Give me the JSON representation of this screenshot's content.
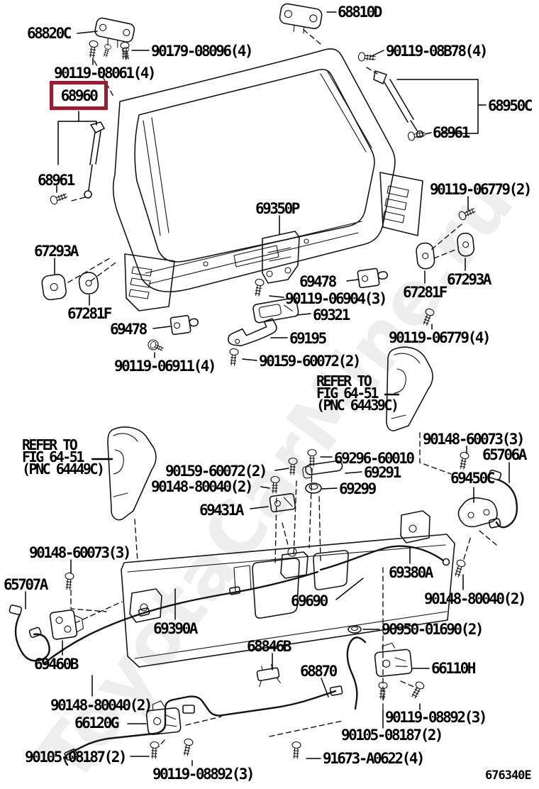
{
  "watermark": {
    "text": "ToyotaCarMine.ru"
  },
  "figure_code": "676340E",
  "colors": {
    "highlight_box": "#9b1b33",
    "line_art": "#141414",
    "background": "#ffffff"
  },
  "highlighted_part": "68960",
  "labels": {
    "p68820C": "68820C",
    "p90179_08096": "90179-08096(4)",
    "p90119_08061": "90119-08061(4)",
    "p68810D": "68810D",
    "p90119_08B78": "90119-08B78(4)",
    "p68960": "68960",
    "p68950C": "68950C",
    "p68961_r": "68961",
    "p68961_l": "68961",
    "p69350P": "69350P",
    "p90119_06779_2": "90119-06779(2)",
    "p67293A_l": "67293A",
    "p67281F_l": "67281F",
    "p69478_l": "69478",
    "p90119_06911": "90119-06911(4)",
    "p69478_r": "69478",
    "p90119_06904": "90119-06904(3)",
    "p69321": "69321",
    "p69195": "69195",
    "p90159_60072_u": "90159-60072(2)",
    "p67281F_r": "67281F",
    "p67293A_r": "67293A",
    "p90119_06779_4": "90119-06779(4)",
    "p90148_60073_r": "90148-60073(3)",
    "p65706A": "65706A",
    "p69450C": "69450C",
    "p90148_80040_r": "90148-80040(2)",
    "p90159_60072_l": "90159-60072(2)",
    "p90148_80040_l": "90148-80040(2)",
    "p69431A": "69431A",
    "p69296_60010": "69296-60010",
    "p69291": "69291",
    "p69299": "69299",
    "p90148_60073_l": "90148-60073(3)",
    "p65707A": "65707A",
    "p69460B": "69460B",
    "p69390A": "69390A",
    "p69690": "69690",
    "p69380A": "69380A",
    "p68846B": "68846B",
    "p68870": "68870",
    "p66110H": "66110H",
    "p90950_01690": "90950-01690(2)",
    "p90119_08892_r": "90119-08892(3)",
    "p90148_80040_b": "90148-80040(2)",
    "p66120G": "66120G",
    "p90105_08187_l": "90105-08187(2)",
    "p90119_08892_b": "90119-08892(3)",
    "p90105_08187_m": "90105-08187(2)",
    "p91673_A0622": "91673-A0622(4)"
  },
  "refer_right": {
    "line1": "REFER TO",
    "line2": "FIG 64-51",
    "line3": "(PNC 64439C)"
  },
  "refer_left": {
    "line1": "REFER TO",
    "line2": "FIG 64-51",
    "line3": "(PNC 64449C)"
  }
}
